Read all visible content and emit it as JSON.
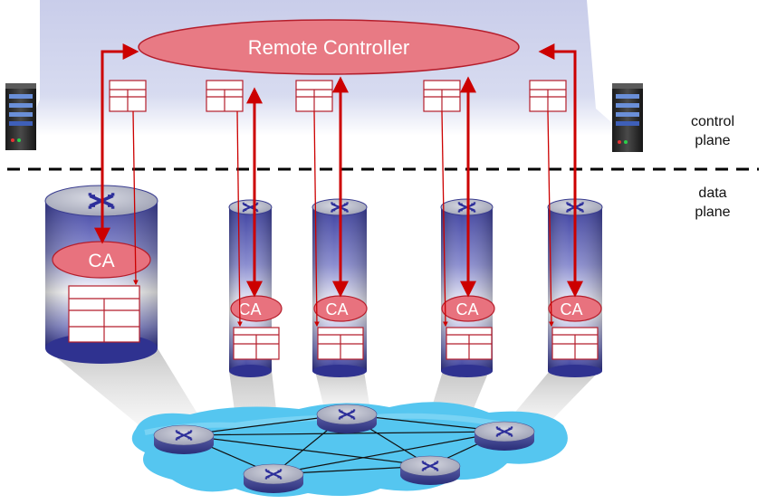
{
  "title_fragment": "",
  "controller": {
    "label": "Remote Controller"
  },
  "labels": {
    "control_line1": "control",
    "control_line2": "plane",
    "data_line1": "data",
    "data_line2": "plane"
  },
  "agent_label": "CA",
  "colors": {
    "control_band": "#c8cde8",
    "controller_fill": "#e87a84",
    "controller_stroke": "#b51e2c",
    "arrow": "#cc0000",
    "router_body_top": "#4b4ea8",
    "router_body_mid": "#ffffff",
    "network_cloud": "#55c6f0",
    "divider": "#000000"
  },
  "icons": [
    "server-icon-left",
    "server-icon-right",
    "router-icon"
  ]
}
